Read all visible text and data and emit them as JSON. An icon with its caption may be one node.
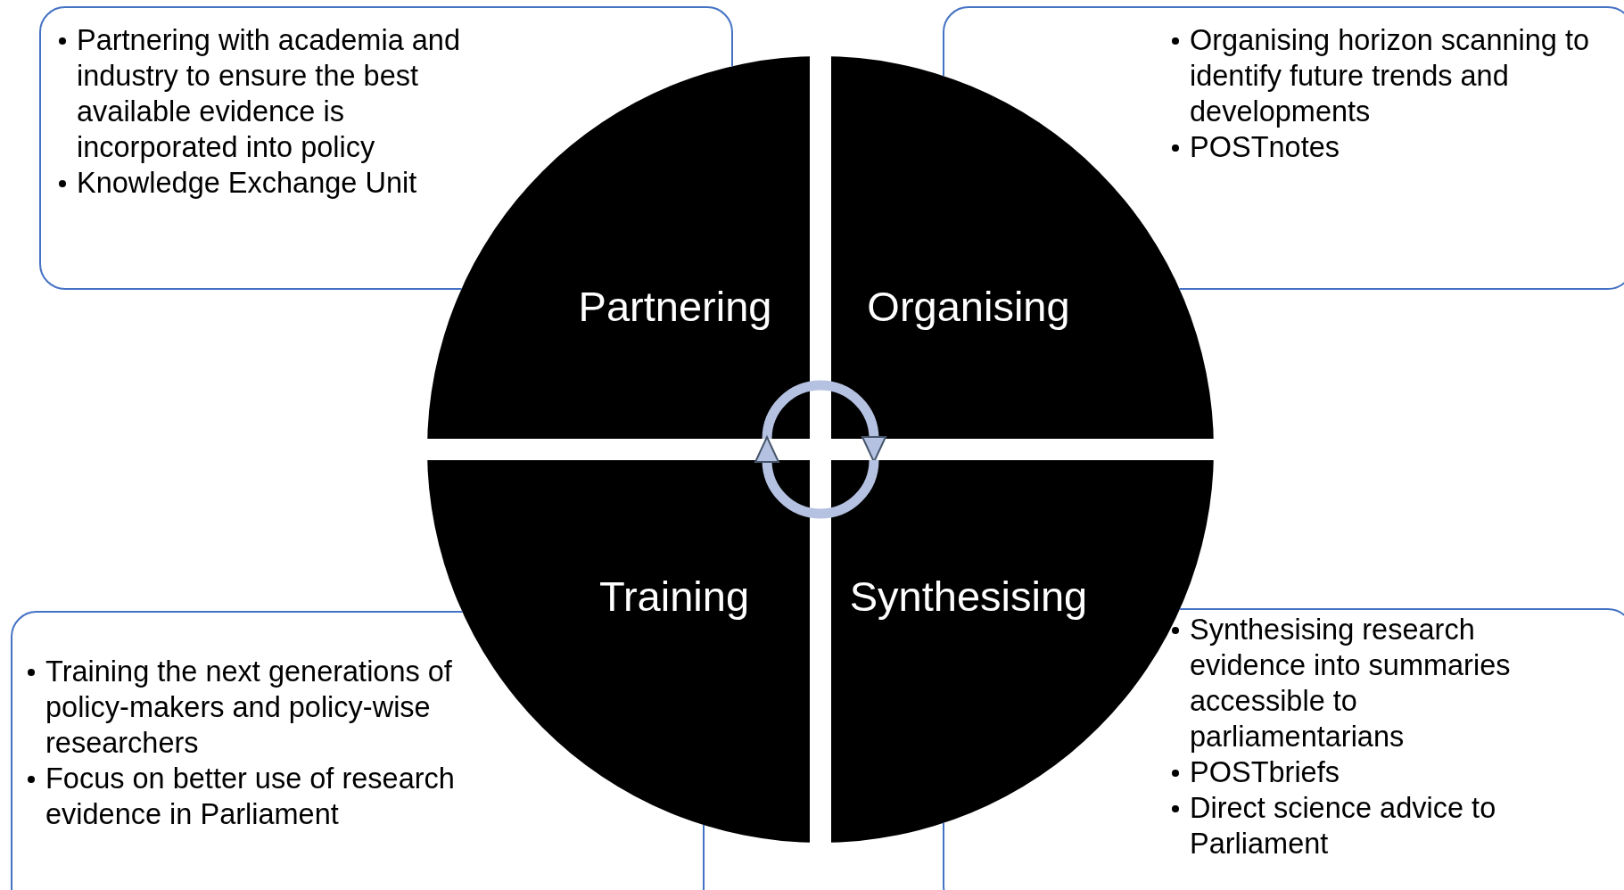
{
  "diagram": {
    "nodes": [
      {
        "text": [
          "Partnering with academia and industry to ensure the best available evidence is incorporated into policy",
          "Knowledge Exchange Unit"
        ]
      },
      {
        "text": [
          "Organising horizon scanning to identify future trends and developments",
          "POSTnotes"
        ]
      },
      {
        "text": [
          "Partnering"
        ]
      },
      {
        "text": [
          "Organising"
        ]
      },
      {
        "text": [
          "Training"
        ]
      },
      {
        "text": [
          "Synthesising"
        ]
      },
      {
        "text": [
          "Training the next generations of policy-makers and policy-wise researchers",
          "Focus on better use of research evidence in Parliament"
        ]
      },
      {
        "text": [
          "Synthesising research evidence into summaries accessible to parliamentarians",
          "POSTbriefs",
          "Direct science advice to Parliament"
        ]
      }
    ],
    "edges": [
      {
        "from": 2,
        "to": 3,
        "arrow": "to"
      },
      {
        "from": 5,
        "to": 4,
        "arrow": "to"
      }
    ]
  }
}
